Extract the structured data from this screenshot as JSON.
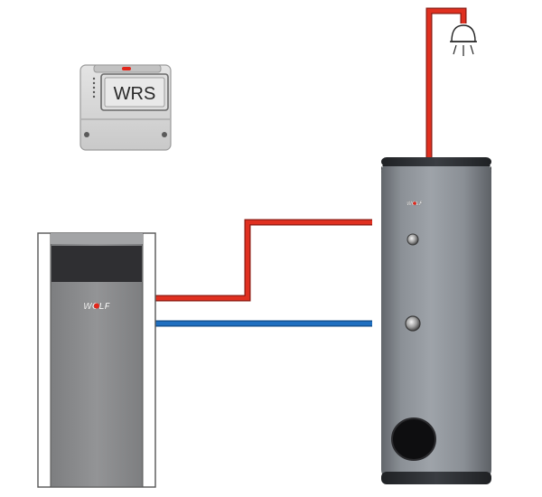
{
  "controller": {
    "display_label": "WRS"
  },
  "boiler": {
    "brand_label": "WOLF"
  },
  "storage_tank": {
    "brand_label": "WOLF"
  },
  "colors": {
    "flow_pipe": "#e03020",
    "return_pipe": "#1f6fc0",
    "brand_red": "#e2261b",
    "controller_body": "#d6d6d6",
    "boiler_body": "#8c8c8c",
    "boiler_panel": "#2f2f32",
    "tank_body": "#8a8e94",
    "tank_cap": "#2c2f33"
  },
  "icons": {
    "controller_indicator": "led-dots-icon",
    "tap": "shower-head-icon",
    "brand": "wolf-logo-icon"
  }
}
